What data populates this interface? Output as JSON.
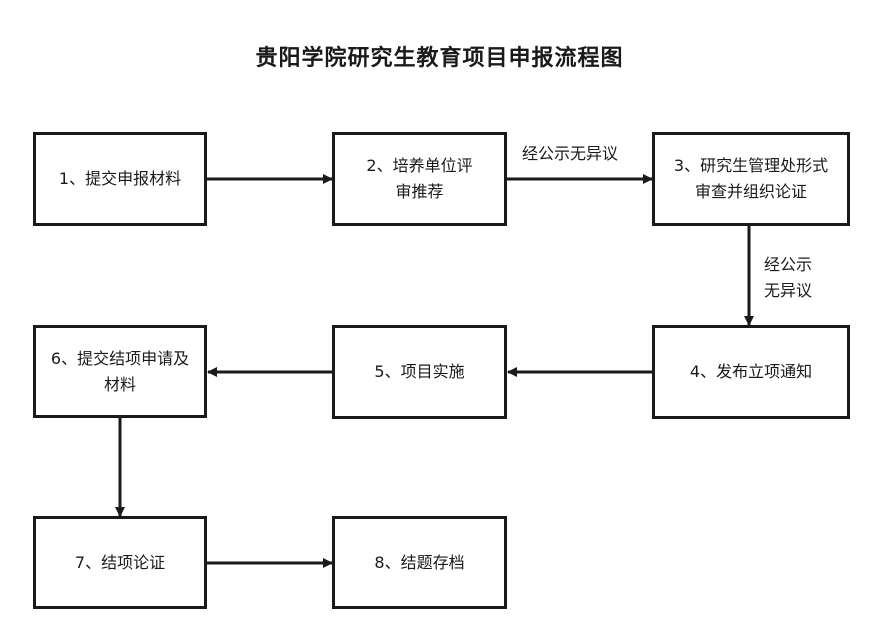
{
  "title": "贵阳学院研究生教育项目申报流程图",
  "steps": [
    {
      "label": "1、提交申报材料"
    },
    {
      "label": "2、培养单位评审推荐"
    },
    {
      "label": "3、研究生管理处形式审查并组织论证"
    },
    {
      "label": "4、发布立项通知"
    },
    {
      "label": "5、项目实施"
    },
    {
      "label": "6、提交结项申请及材料"
    },
    {
      "label": "7、结项论证"
    },
    {
      "label": "8、结题存档"
    }
  ],
  "edge_labels": {
    "step2_to_step3": "经公示无异议",
    "step3_to_step4_line1": "经公示",
    "step3_to_step4_line2": "无异议"
  }
}
